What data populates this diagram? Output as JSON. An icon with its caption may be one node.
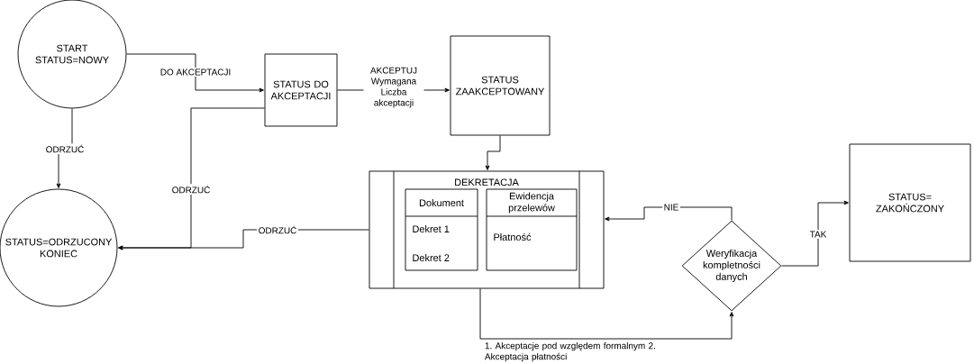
{
  "diagram": {
    "nodes": [
      {
        "text": [
          "START STATUS=NOWY"
        ]
      },
      {
        "text": [
          "STATUS DO AKCEPTACJI"
        ]
      },
      {
        "text": [
          "STATUS ZAAKCEPTOWANY"
        ]
      },
      {
        "text": [
          "STATUS=ODRZUCONY KONIEC"
        ]
      },
      {
        "text": [
          "DEKRETACJA"
        ]
      },
      {
        "text": [
          "Dokument",
          "Dekret 1",
          "Dekret 2"
        ],
        "in": 4
      },
      {
        "text": [
          "Ewidencja przelewów",
          "Płatność"
        ],
        "in": 4
      },
      {
        "text": [
          "Weryfikacja kompletności danych"
        ]
      },
      {
        "text": [
          "STATUS= ZAKOŃCZONY"
        ]
      }
    ],
    "edges": [
      {
        "from": 0,
        "to": 1,
        "arrow": "to",
        "label": "DO AKCEPTACJI"
      },
      {
        "from": 0,
        "to": 3,
        "arrow": "to",
        "label": "ODRZUĆ"
      },
      {
        "from": 1,
        "to": 2,
        "arrow": "to",
        "label": "AKCEPTUJ Wymagana Liczba akceptacji"
      },
      {
        "from": 1,
        "to": 3,
        "arrow": "to",
        "label": "ODRZUĆ"
      },
      {
        "from": 2,
        "to": 4,
        "arrow": "to"
      },
      {
        "from": 4,
        "to": 3,
        "arrow": "to",
        "label": "ODRZUĆ"
      },
      {
        "from": 4,
        "to": 7,
        "arrow": "to",
        "label": "1. Akceptacje pod względem formalnym 2. Akceptacja płatności"
      },
      {
        "from": 7,
        "to": 4,
        "arrow": "to",
        "label": "NIE"
      },
      {
        "from": 7,
        "to": 8,
        "arrow": "to",
        "label": "TAK"
      }
    ]
  }
}
